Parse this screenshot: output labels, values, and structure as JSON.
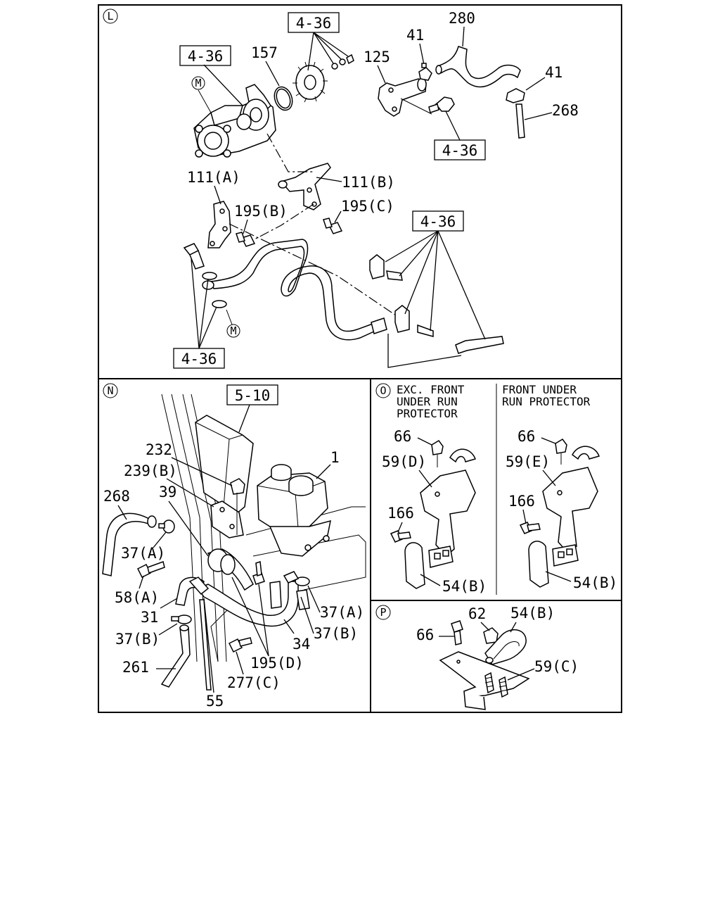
{
  "sections": {
    "L": {
      "tag": "L",
      "boxed_refs": [
        "4-36",
        "4-36",
        "4-36",
        "4-36",
        "4-36"
      ],
      "labels": [
        "157",
        "125",
        "41",
        "280",
        "41",
        "268",
        "111(A)",
        "111(B)",
        "195(B)",
        "195(C)"
      ],
      "marker": "M"
    },
    "N": {
      "tag": "N",
      "boxed_refs": [
        "5-10"
      ],
      "labels": [
        "232",
        "239(B)",
        "39",
        "268",
        "1",
        "37(A)",
        "58(A)",
        "31",
        "37(B)",
        "261",
        "55",
        "277(C)",
        "195(D)",
        "34",
        "37(B)",
        "37(A)"
      ]
    },
    "O": {
      "tag": "O",
      "left_note": [
        "EXC. FRONT",
        "UNDER RUN",
        "PROTECTOR"
      ],
      "right_note": [
        "FRONT UNDER",
        "RUN PROTECTOR"
      ],
      "left_labels": [
        "66",
        "59(D)",
        "166",
        "54(B)"
      ],
      "right_labels": [
        "66",
        "59(E)",
        "166",
        "54(B)"
      ]
    },
    "P": {
      "tag": "P",
      "labels": [
        "62",
        "54(B)",
        "66",
        "59(C)"
      ]
    }
  }
}
